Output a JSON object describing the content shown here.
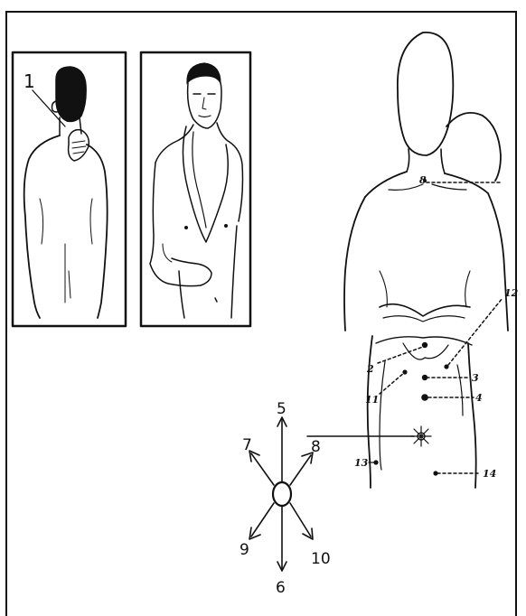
{
  "panels": {
    "left": {
      "label": "1"
    }
  },
  "torso": {
    "points": [
      {
        "id": "p8",
        "label": "8"
      },
      {
        "id": "p12",
        "label": "12"
      },
      {
        "id": "p2",
        "label": "2"
      },
      {
        "id": "p3",
        "label": "3"
      },
      {
        "id": "p11",
        "label": "11"
      },
      {
        "id": "p4",
        "label": "4"
      },
      {
        "id": "p13",
        "label": "13"
      },
      {
        "id": "p14",
        "label": "14"
      }
    ]
  },
  "compass": {
    "directions": [
      {
        "id": "d5",
        "label": "5"
      },
      {
        "id": "d7",
        "label": "7"
      },
      {
        "id": "d8",
        "label": "8"
      },
      {
        "id": "d9",
        "label": "9"
      },
      {
        "id": "d10",
        "label": "10"
      },
      {
        "id": "d6",
        "label": "6"
      }
    ]
  }
}
